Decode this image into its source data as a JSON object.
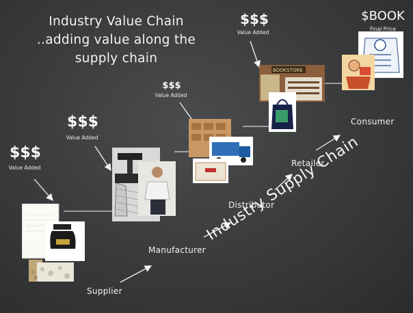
{
  "title": {
    "line1": "Industry Value Chain",
    "line2": "..adding value along the",
    "line3": "supply chain"
  },
  "diagonal_label": "Industry Supply Chain",
  "stages": [
    {
      "money": "$$$",
      "caption": "Value Added",
      "label": "Supplier"
    },
    {
      "money": "$$$",
      "caption": "Value Added",
      "label": "Manufacturer"
    },
    {
      "money": "$$$",
      "caption": "Value Added",
      "label": "Distributor"
    },
    {
      "money": "$$$",
      "caption": "Value Added",
      "label": "Retailer"
    }
  ],
  "final": {
    "money": "$BOOK",
    "caption": "Final Price",
    "label": "Consumer"
  },
  "images": {
    "supplier": "paper, ink bottle and pulp",
    "manufacturer": "printing press and worker",
    "distributor": "warehouse, truck and boxes",
    "retailer": "bookstore and tote bag",
    "consumer": "people reading books"
  },
  "colors": {
    "background": "#3b3d3f",
    "text": "#ffffff"
  }
}
